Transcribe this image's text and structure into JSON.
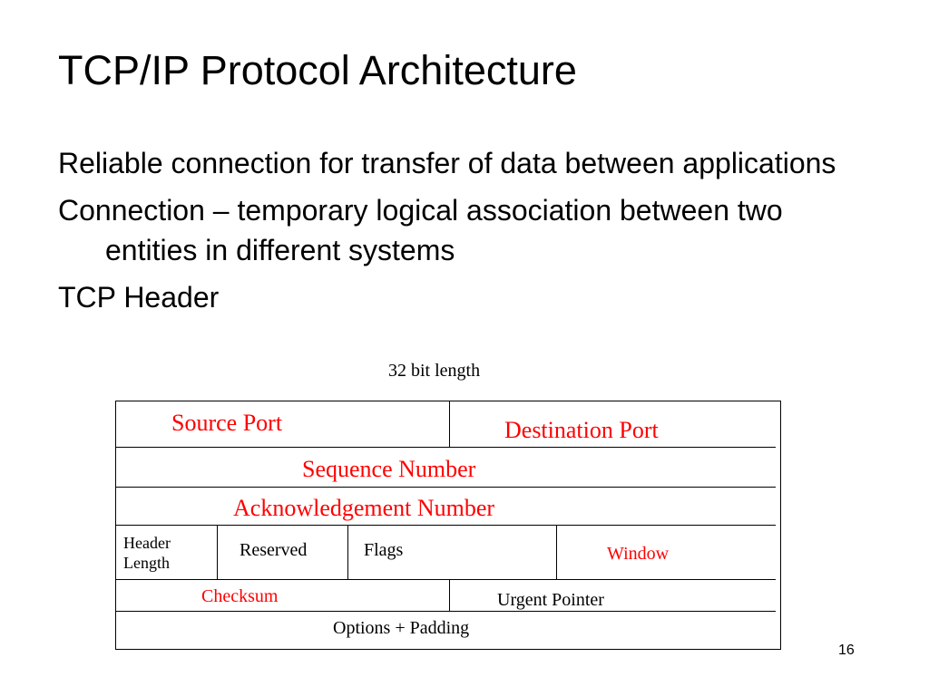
{
  "slide": {
    "title": "TCP/IP  Protocol Architecture",
    "bullets": [
      "Reliable connection for transfer of data between applications",
      "Connection – temporary logical association between two entities in different systems",
      "TCP Header"
    ],
    "page_number": "16"
  },
  "diagram": {
    "width_label": "32 bit length",
    "colors": {
      "field_label_highlight": "#ff0000",
      "field_label_normal": "#000000"
    },
    "rows": [
      {
        "fields": [
          {
            "label": "Source Port",
            "highlight": true
          },
          {
            "label": "Destination Port",
            "highlight": true
          }
        ]
      },
      {
        "fields": [
          {
            "label": "Sequence Number",
            "highlight": true
          }
        ]
      },
      {
        "fields": [
          {
            "label": "Acknowledgement Number",
            "highlight": true
          }
        ]
      },
      {
        "fields": [
          {
            "label": "Header Length",
            "label_lines": [
              "Header",
              "Length"
            ],
            "highlight": false
          },
          {
            "label": "Reserved",
            "highlight": false
          },
          {
            "label": "Flags",
            "highlight": false
          },
          {
            "label": "Window",
            "highlight": true
          }
        ]
      },
      {
        "fields": [
          {
            "label": "Checksum",
            "highlight": true
          },
          {
            "label": "Urgent Pointer",
            "highlight": false
          }
        ]
      },
      {
        "fields": [
          {
            "label": "Options + Padding",
            "highlight": false
          }
        ]
      }
    ]
  }
}
